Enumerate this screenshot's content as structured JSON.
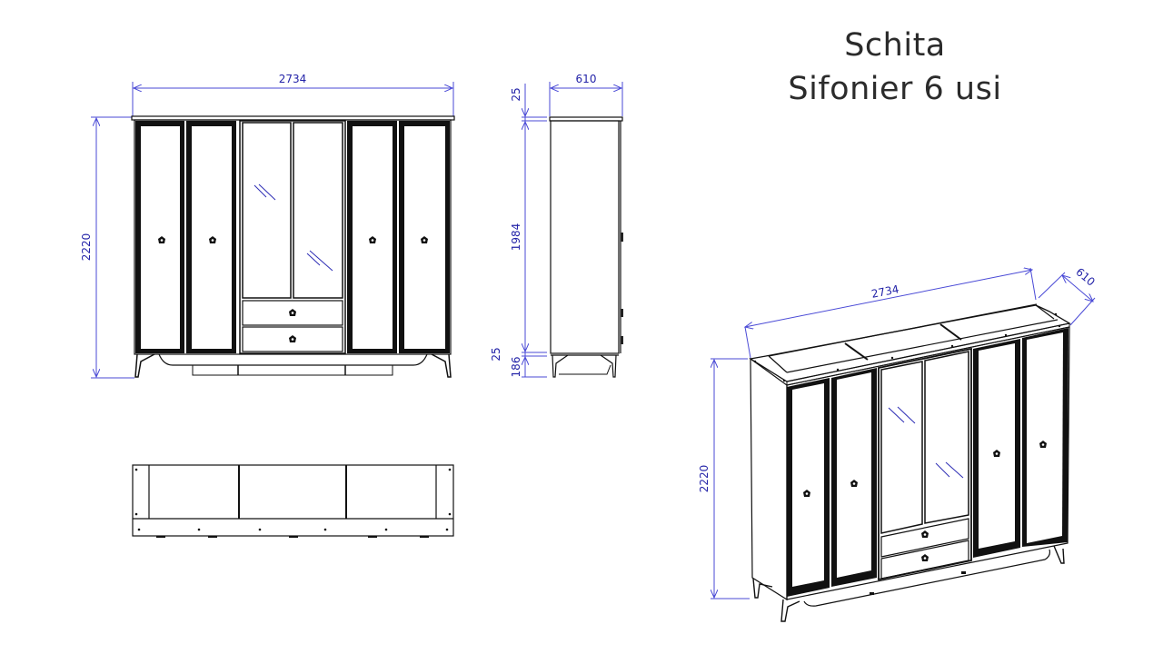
{
  "title": {
    "line1": "Schita",
    "line2": "Sifonier 6 usi"
  },
  "colors": {
    "dimension": "#4a4ad6",
    "dimension_text": "#2323a8",
    "outline": "#111111",
    "title": "#2b2b2b",
    "background": "#ffffff"
  },
  "front_view": {
    "width_label": "2734",
    "height_label": "2220",
    "doors": 4,
    "mirror_doors": 2,
    "drawers": 2
  },
  "side_view": {
    "depth_label": "610",
    "top_label": "25",
    "body_label": "1984",
    "plinth_label": "25",
    "legs_label": "186"
  },
  "top_view": {
    "sections": 3
  },
  "iso_view": {
    "width_label": "2734",
    "depth_label": "610",
    "height_label": "2220"
  }
}
